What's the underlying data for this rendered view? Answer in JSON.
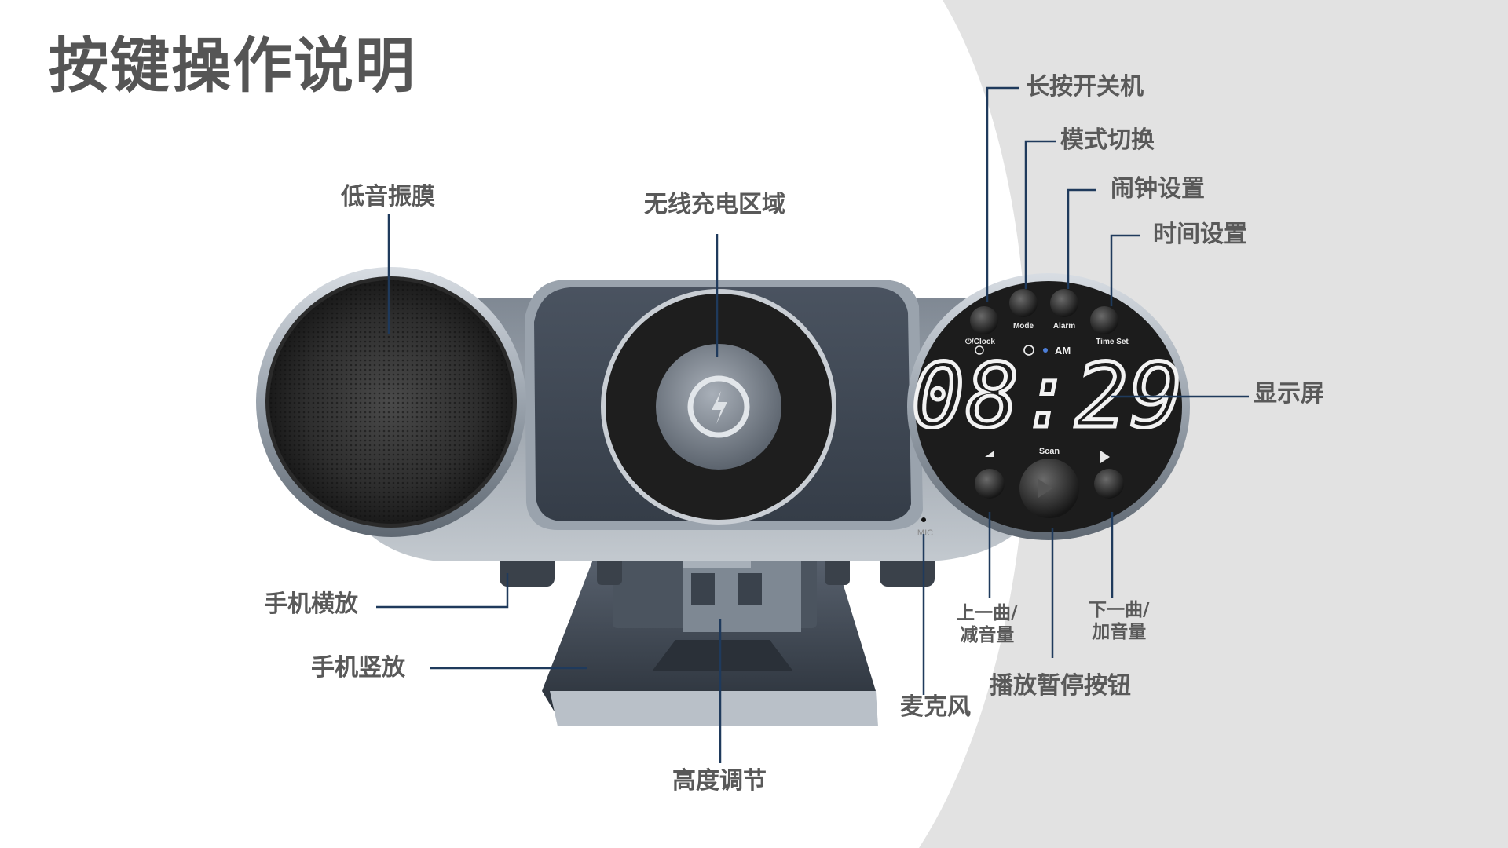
{
  "title": "按键操作说明",
  "labels": {
    "power": "长按开关机",
    "mode": "模式切换",
    "alarm_set": "闹钟设置",
    "time_set": "时间设置",
    "bass": "低音振膜",
    "wireless": "无线充电区域",
    "display": "显示屏",
    "landscape": "手机横放",
    "portrait": "手机竖放",
    "prev_l1": "上一曲/",
    "prev_l2": "减音量",
    "next_l1": "下一曲/",
    "next_l2": "加音量",
    "play": "播放暂停按钮",
    "mic": "麦克风",
    "height": "高度调节"
  },
  "device": {
    "clock": "08:29",
    "ampm": "AM",
    "btn_clock": "⏻/Clock",
    "btn_mode": "Mode",
    "btn_alarm": "Alarm",
    "btn_timeset": "Time Set",
    "scan": "Scan",
    "mic_mark": "MIC"
  },
  "colors": {
    "leader": "#1f3a5c",
    "label": "#595959",
    "bg_arc": "#e2e2e2"
  }
}
